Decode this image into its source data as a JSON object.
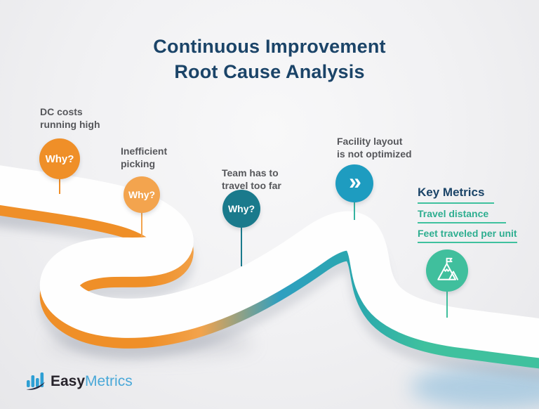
{
  "title": {
    "line1": "Continuous Improvement",
    "line2": "Root Cause Analysis"
  },
  "callouts": [
    {
      "label": "DC costs\nrunning high",
      "badge": "Why?",
      "color": "#ef8f28",
      "icon": ""
    },
    {
      "label": "Inefficient\npicking",
      "badge": "Why?",
      "color": "#f3a44e",
      "icon": ""
    },
    {
      "label": "Team has to\ntravel too far",
      "badge": "Why?",
      "color": "#1a7a8c",
      "icon": ""
    },
    {
      "label": "Facility layout\nis not optimized",
      "badge": "»",
      "color": "#1e9cc0",
      "icon": "double-chevron-right"
    },
    {
      "label": "",
      "badge": "",
      "color": "#40bf9d",
      "icon": "mountain-flag"
    }
  ],
  "key_metrics": {
    "title": "Key Metrics",
    "items": [
      "Travel distance",
      "Feet traveled per unit"
    ]
  },
  "logo": {
    "easy": "Easy",
    "metrics": "Metrics"
  },
  "colors": {
    "title_navy": "#1b4468",
    "label_gray": "#56575b",
    "metric_teal": "#2eae90",
    "underline_teal": "#3fc19e",
    "road_orange": "#ef8f28",
    "road_orange_light": "#f2a34c",
    "road_blue": "#2e9fc0",
    "road_teal": "#2aa8ad",
    "road_green": "#3fc19e",
    "road_top_white": "#fefefe",
    "stem_teal": "#35b3a0",
    "logo_bar_blue": "#2e9fd4",
    "logo_swoosh_dark": "#232a43",
    "logo_text_dark": "#26222a",
    "logo_text_blue": "#49a8d8"
  }
}
